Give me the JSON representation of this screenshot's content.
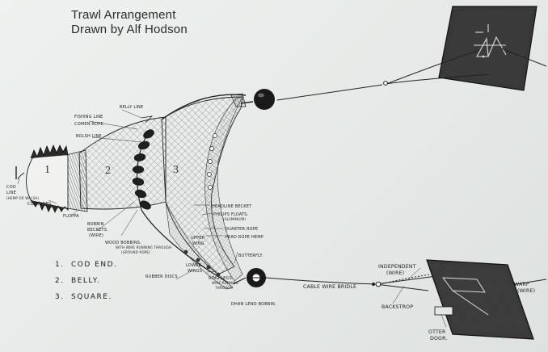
{
  "title": {
    "line1": "Trawl Arrangement",
    "line2": "Drawn by Alf Hodson"
  },
  "sections": {
    "s1": "1",
    "s2": "2",
    "s3": "3"
  },
  "labels": {
    "belly_line": "BELLY LINE",
    "fishing_line": "FISHING LINE",
    "comben_rope": "COMEN ROPE.",
    "bolsh_line": "BOLSH LINE",
    "cod_line": "COD",
    "cod_line_2": "LINE",
    "cod_line_note": "(HEMP OR WALSH)",
    "cowhides": "COWHIDES.",
    "floppa": "FLOPPA",
    "bobbin_beckets": "BOBBIN",
    "bobbin_beckets_2": "BECKETS.",
    "bobbin_beckets_3": "(WIRE)",
    "wood_bobbins": "WOOD BOBBINS.",
    "wood_bobbins_note": "WITH WIRE RUNNING THROUGH",
    "wood_bobbins_note2": "(GROUND ROPE)",
    "headline_becket": "HEADLINE BECKET",
    "philips_floats": "PHILIPS FLOATS.",
    "philips_floats_note": "(ALUMINIUM)",
    "quarter_rope": "QUARTER ROPE",
    "head_rope_hemp": "HEAD ROPE HEMP",
    "upper_wing": "UPPER",
    "upper_wing_2": "WING",
    "butterfly": "BUTTERFLY.",
    "lower_wings": "LOWER",
    "lower_wings_2": "WINGS",
    "rubber_discs": "RUBBER DISCS",
    "ring_legs": "RING LEGS.",
    "ring_legs_note": "WIRE RUNNING",
    "ring_legs_note2": "THROUGH",
    "cable_wire_bridle": "CABLE WIRE BRIDLE",
    "dhan_leno_bobbin": "DHAN LENO BOBBIN.",
    "independent": "INDEPENDENT",
    "independent_note": "(WIRE)",
    "backstrop": "BACKSTROP",
    "warp": "WARP",
    "warp_note": "(WIRE)",
    "otter_door": "OTTER",
    "otter_door_2": "DOOR."
  },
  "legend": [
    {
      "num": "1.",
      "text": "COD END."
    },
    {
      "num": "2.",
      "text": "BELLY."
    },
    {
      "num": "3.",
      "text": "SQUARE."
    }
  ],
  "colors": {
    "ink": "#222222",
    "paper": "#e9ecea"
  }
}
